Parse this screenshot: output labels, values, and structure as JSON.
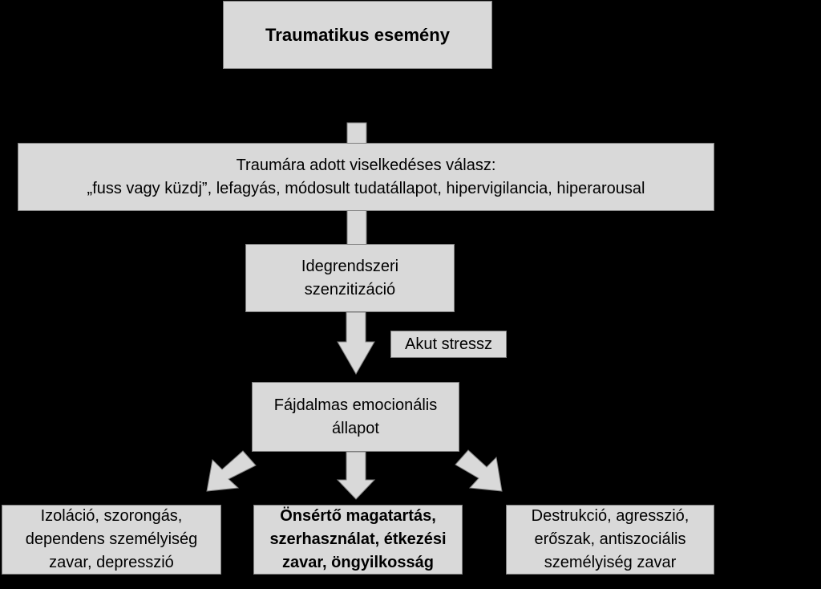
{
  "diagram": {
    "top_box": {
      "label": "Traumatikus esemény"
    },
    "response_box": {
      "line1": "Traumára adott viselkedéses válasz:",
      "line2": "„fuss vagy küzdj”, lefagyás, módosult tudatállapot, hipervigilancia, hiperarousal"
    },
    "sensitization_box": {
      "line1": "Idegrendszeri",
      "line2": "szenzitizáció"
    },
    "acute_stress_label": "Akut stressz",
    "emotional_box": {
      "line1": "Fájdalmas emocionális",
      "line2": "állapot"
    },
    "outcomes": {
      "left": {
        "line1": "Izoláció, szorongás,",
        "line2": "dependens személyiség",
        "line3": "zavar, depresszió"
      },
      "center": {
        "line1": "Önsértő magatartás,",
        "line2": "szerhasználat, étkezési",
        "line3": "zavar, öngyilkosság"
      },
      "right": {
        "line1": "Destrukció, agresszió,",
        "line2": "erőszak, antiszociális",
        "line3": "személyiség zavar"
      }
    },
    "colors": {
      "background": "#000000",
      "box_fill": "#d9d9d9",
      "box_border": "#7f7f7f",
      "arrow_fill": "#d9d9d9"
    }
  }
}
